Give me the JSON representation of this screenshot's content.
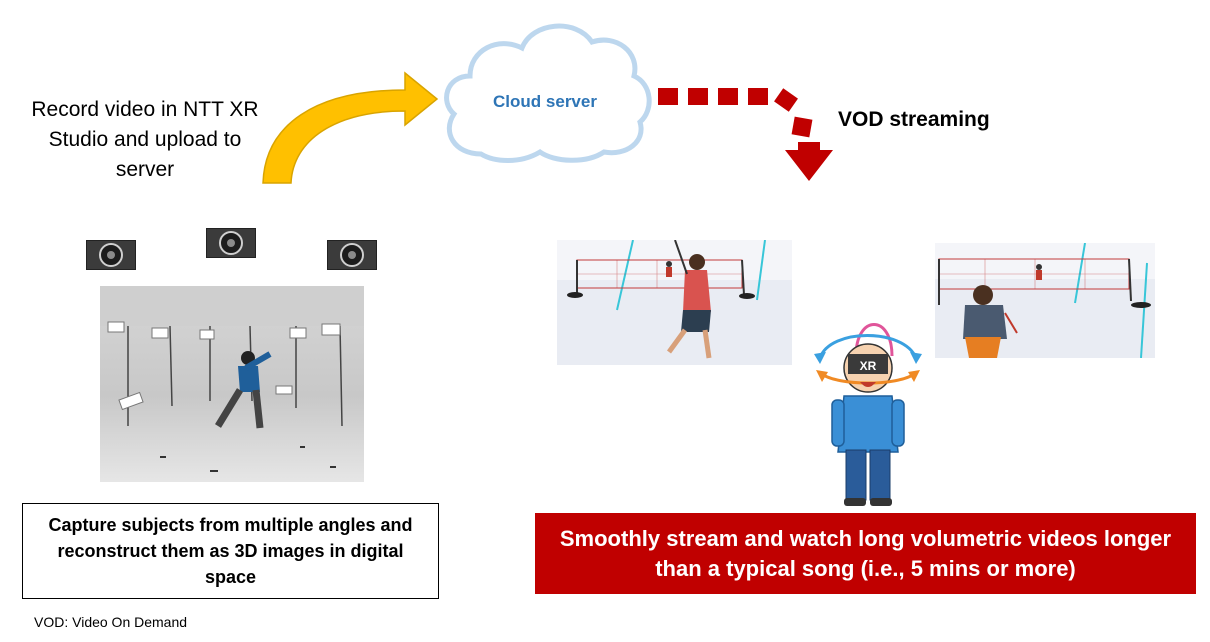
{
  "labels": {
    "record": "Record video in NTT XR Studio and upload to server",
    "cloud": "Cloud server",
    "vod": "VOD streaming",
    "capture": "Capture subjects from multiple angles and reconstruct them as 3D images in digital space",
    "stream": "Smoothly stream and watch long volumetric videos longer than a typical song (i.e., 5 mins or more)",
    "footnote": "VOD: Video On Demand",
    "headset": "XR"
  },
  "colors": {
    "accent_red": "#c00000",
    "cloud_text": "#2e75b6",
    "upload_arrow": "#ffc000",
    "cloud_outline": "#bdd7ee"
  },
  "icons": [
    "camera-icon",
    "cloud-icon",
    "upload-arrow-icon",
    "streaming-arrow-icon",
    "vr-viewer-icon"
  ]
}
